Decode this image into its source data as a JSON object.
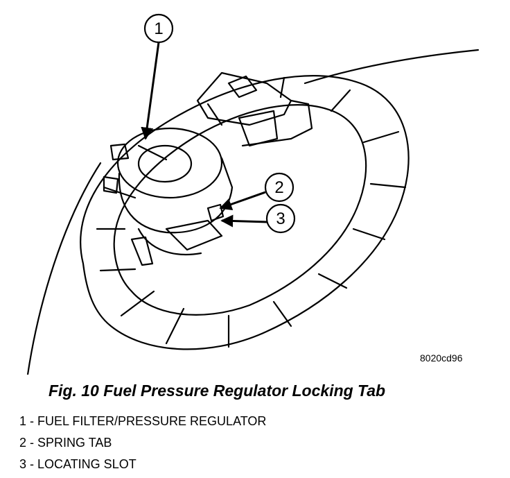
{
  "figure": {
    "code": "8020cd96",
    "caption": "Fig. 10 Fuel Pressure Regulator Locking Tab",
    "callouts": [
      "1",
      "2",
      "3"
    ]
  },
  "legend": [
    {
      "number": "1",
      "text": "1 - FUEL FILTER/PRESSURE REGULATOR"
    },
    {
      "number": "2",
      "text": "2 - SPRING TAB"
    },
    {
      "number": "3",
      "text": "3 - LOCATING SLOT"
    }
  ]
}
